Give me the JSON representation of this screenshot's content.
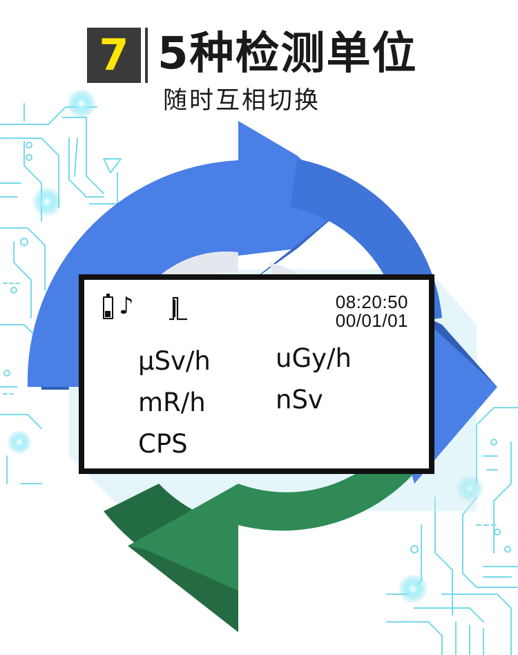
{
  "header": {
    "feature_number": "7",
    "title": "5种检测单位",
    "subtitle": "随时互相切换"
  },
  "display": {
    "time": "08:20:50",
    "date": "00/01/01",
    "icons": [
      "battery-icon",
      "sound-icon",
      "pulse-icon"
    ],
    "units_left": [
      "μSv/h",
      "mR/h",
      "CPS"
    ],
    "units_right": [
      "uGy/h",
      "nSv"
    ]
  },
  "colors": {
    "arrow_blue": "#4477e0",
    "arrow_green": "#2f8a55",
    "circuit": "#5fd3e6",
    "badge_bg": "#3a3a3a",
    "badge_number": "#ffe600"
  }
}
